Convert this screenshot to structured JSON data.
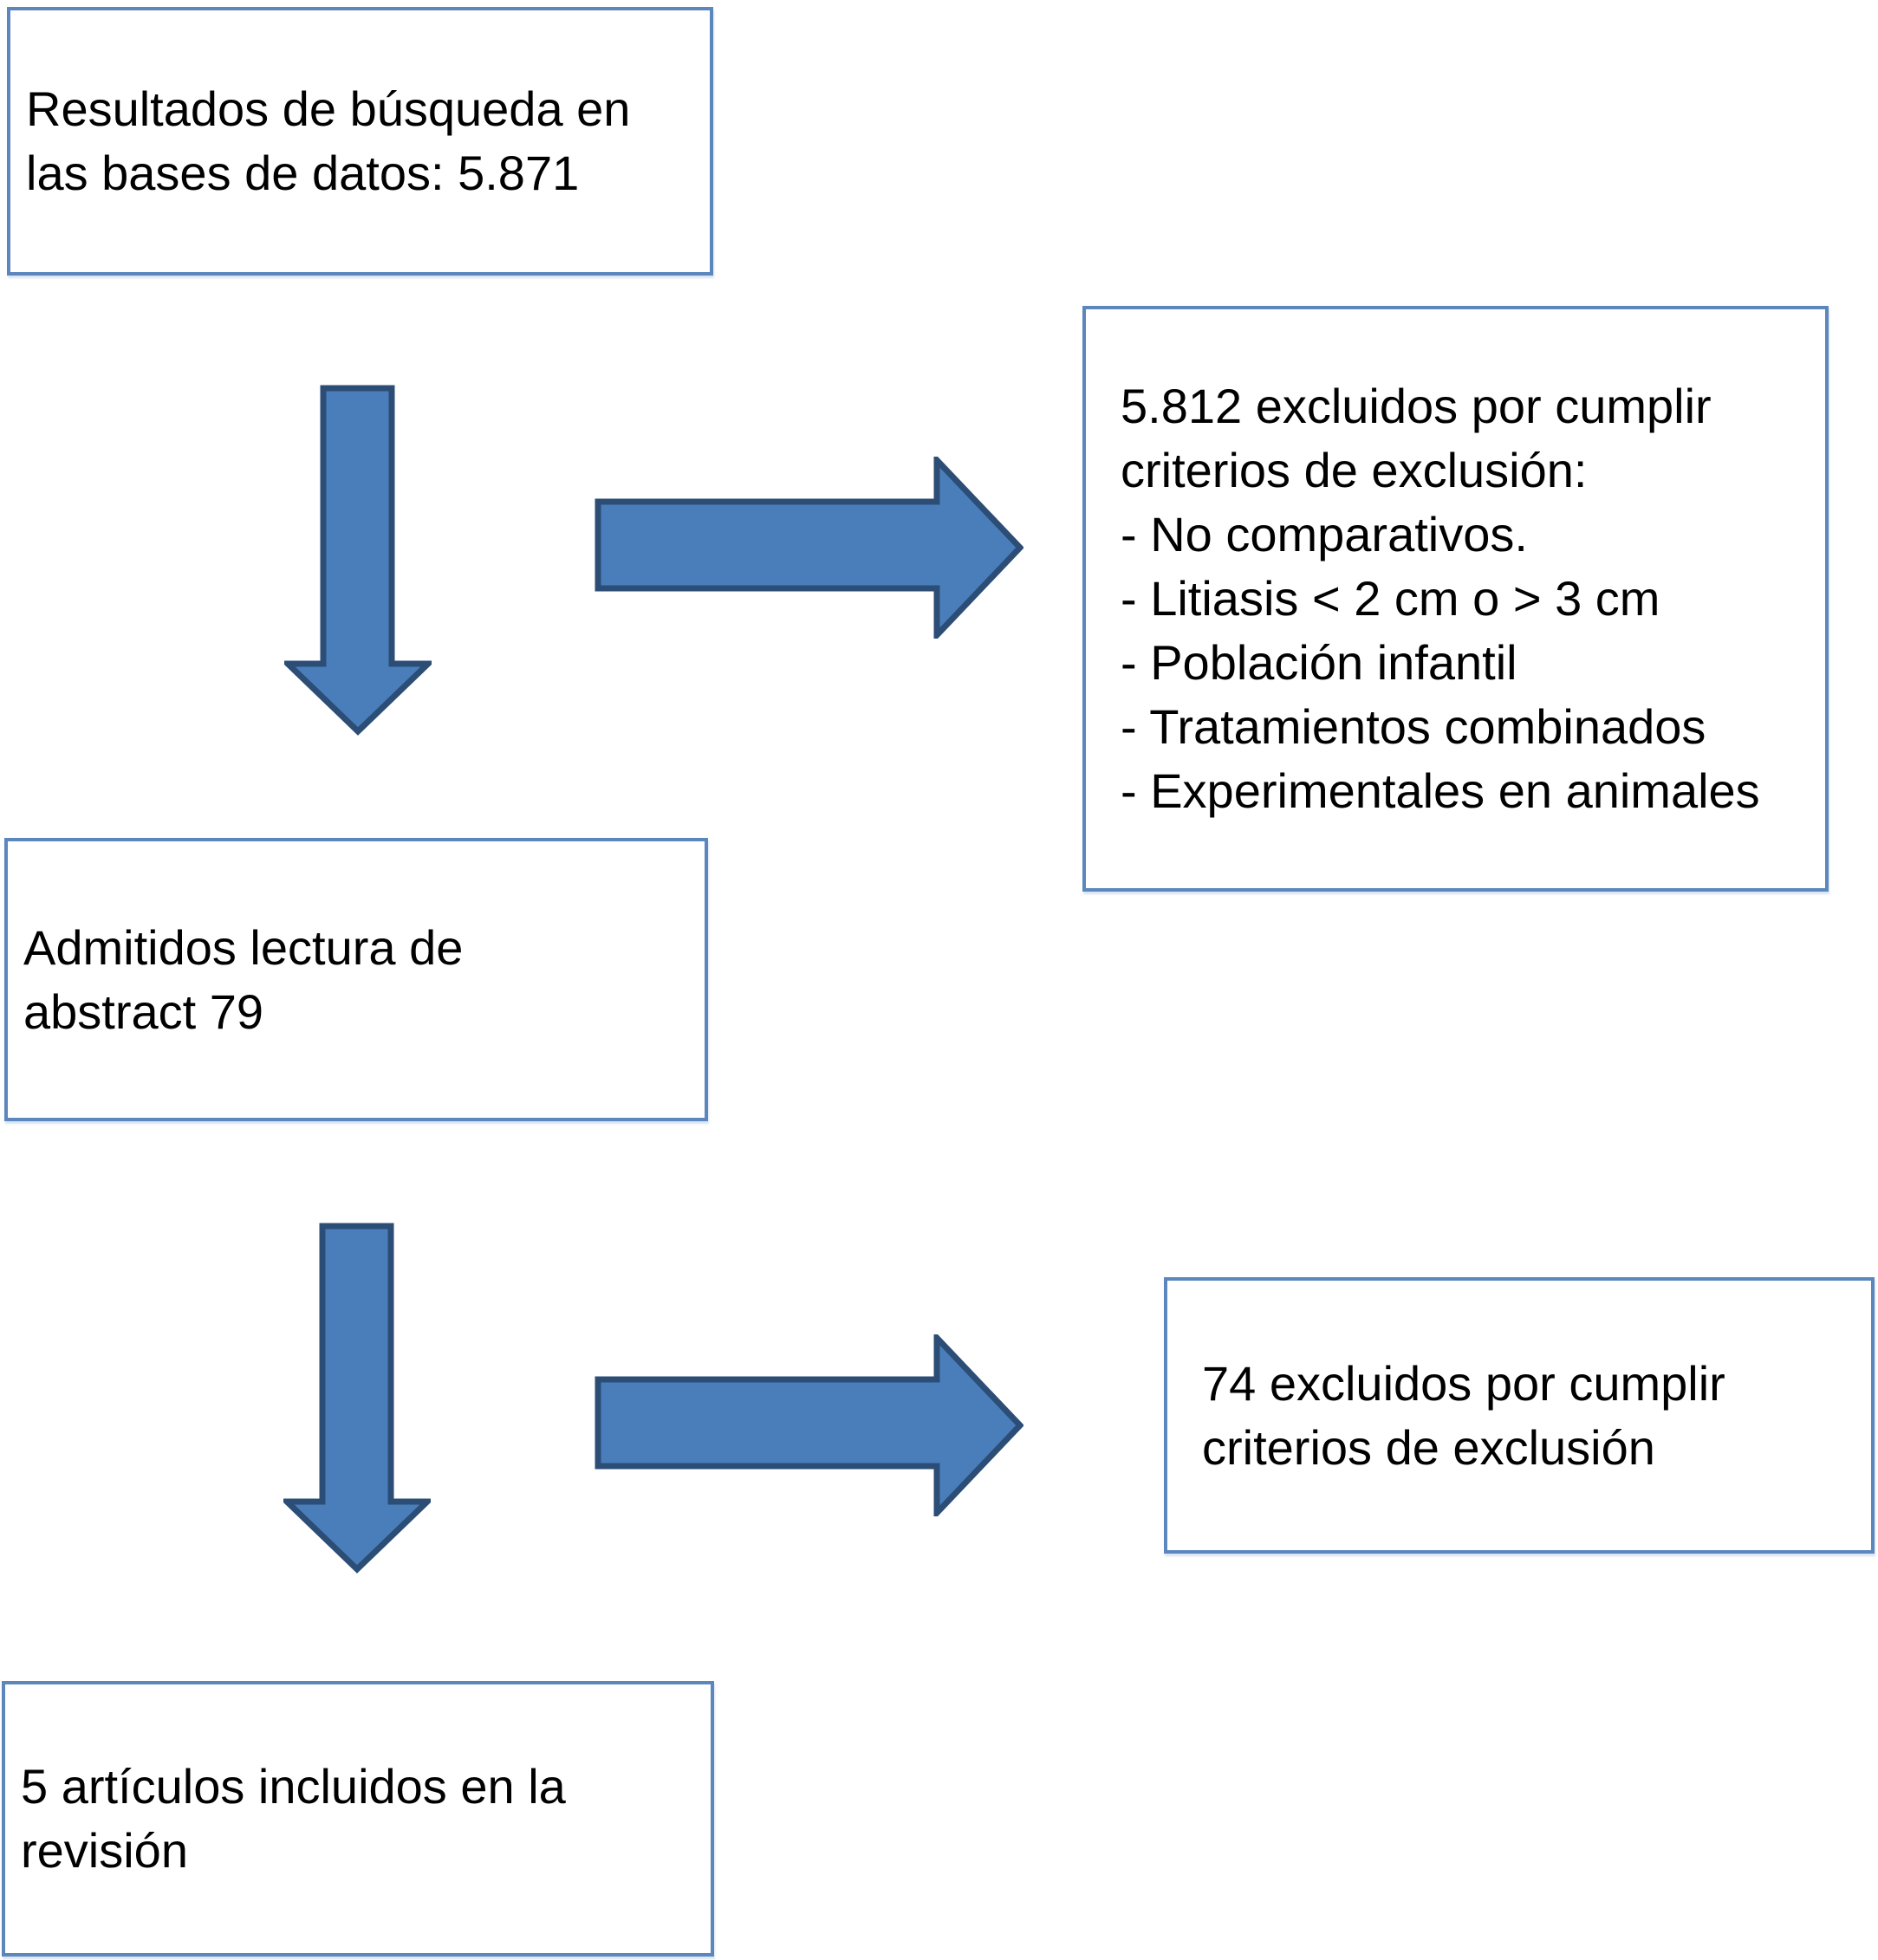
{
  "diagram": {
    "colors": {
      "box_border": "#5b87bd",
      "arrow_fill": "#4a7ebb",
      "arrow_stroke": "#2c4d75",
      "text": "#000000"
    },
    "nodes": {
      "search_results": {
        "lines": [
          "Resultados de búsqueda en",
          "las bases de datos: 5.871"
        ]
      },
      "excluded_screening": {
        "intro_lines": [
          "5.812 excluidos por cumplir",
          "criterios de exclusión:"
        ],
        "bullets": [
          "- No comparativos.",
          "- Litiasis < 2 cm o > 3 cm",
          "- Población infantil",
          "- Tratamientos combinados",
          "- Experimentales en animales"
        ]
      },
      "admitted_abstract": {
        "lines": [
          "Admitidos lectura de",
          "abstract 79"
        ]
      },
      "excluded_fulltext": {
        "lines": [
          "74 excluidos por cumplir",
          "criterios de exclusión"
        ]
      },
      "included_review": {
        "lines": [
          "5 artículos incluidos en la",
          "revisión"
        ]
      }
    }
  }
}
